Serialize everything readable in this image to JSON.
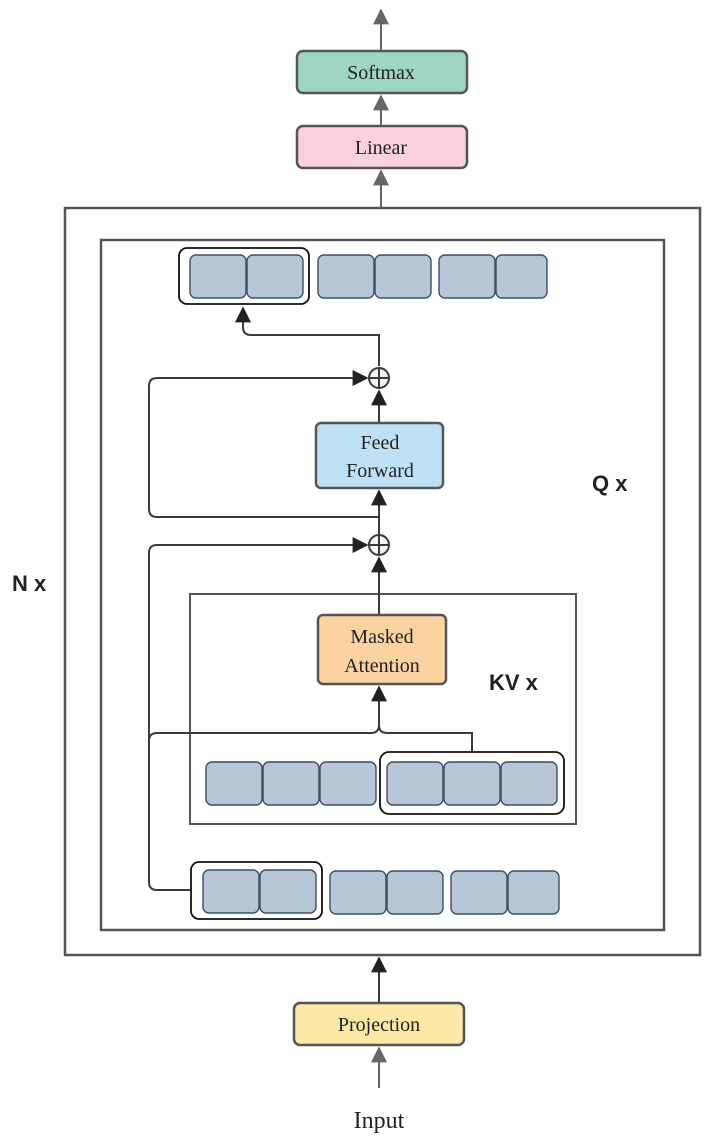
{
  "labels": {
    "softmax": "Softmax",
    "linear": "Linear",
    "feed_forward": [
      "Feed",
      "Forward"
    ],
    "masked_attention": [
      "Masked",
      "Attention"
    ],
    "projection": "Projection",
    "input": "Input",
    "n_repeat": "N x",
    "q_repeat": "Q x",
    "kv_repeat": "KV x"
  },
  "colors": {
    "softmax": "#9fd6c3",
    "linear": "#f9d0dc",
    "feed_forward": "#bfe1f5",
    "masked_attention": "#fbd3a1",
    "projection": "#fce9a6",
    "token": "#b8c7d6",
    "frame_fill": "#f5f5f5"
  }
}
